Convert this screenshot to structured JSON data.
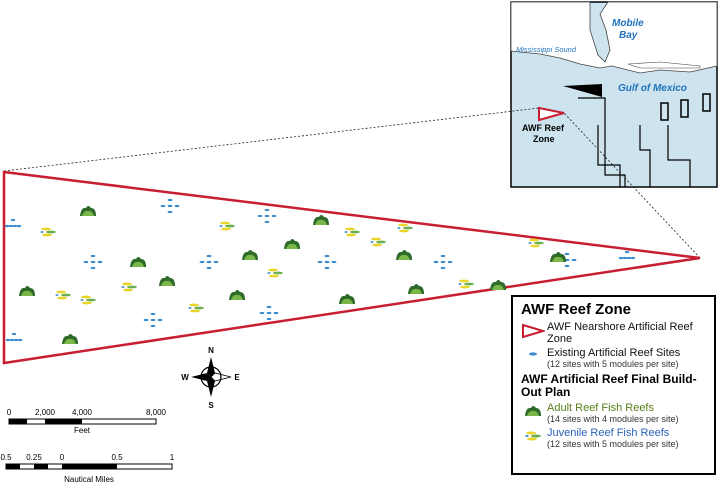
{
  "inset": {
    "labels": {
      "mobile_bay": [
        "Mobile",
        "Bay"
      ],
      "mississippi_sound": "Mississippi Sound",
      "gulf": "Gulf of Mexico",
      "zone": [
        "AWF Reef",
        "Zone"
      ]
    },
    "water_color": "#cde3ee",
    "label_color": "#1e73be"
  },
  "legend": {
    "title": "AWF Reef Zone",
    "zone_label": "AWF Nearshore Artificial Reef Zone",
    "existing_label": "Existing Artificial Reef Sites",
    "existing_note": "(12 sites with 5 modules per site)",
    "plan_title": "AWF Artificial Reef Final Build-Out Plan",
    "adult_label": "Adult Reef Fish Reefs",
    "adult_note": "(14 sites with 4 modules per site)",
    "juvenile_label": "Juvenile Reef Fish Reefs",
    "juvenile_note": "(12 sites with 5 modules per site)"
  },
  "compass": {
    "n": "N",
    "s": "S",
    "e": "E",
    "w": "W"
  },
  "scale_feet": {
    "ticks": [
      "0",
      "2,000",
      "4,000",
      "8,000"
    ],
    "unit": "Feet"
  },
  "scale_nm": {
    "ticks": [
      "0.5",
      "0.25",
      "0",
      "0.5",
      "1"
    ],
    "unit": "Nautical Miles"
  },
  "colors": {
    "zone": "#c81e32",
    "existing": "#3a8ad0",
    "adult": "#2e6b2a",
    "juvenile_yellow": "#e8d42a",
    "juvenile_green": "#6ab04c"
  }
}
